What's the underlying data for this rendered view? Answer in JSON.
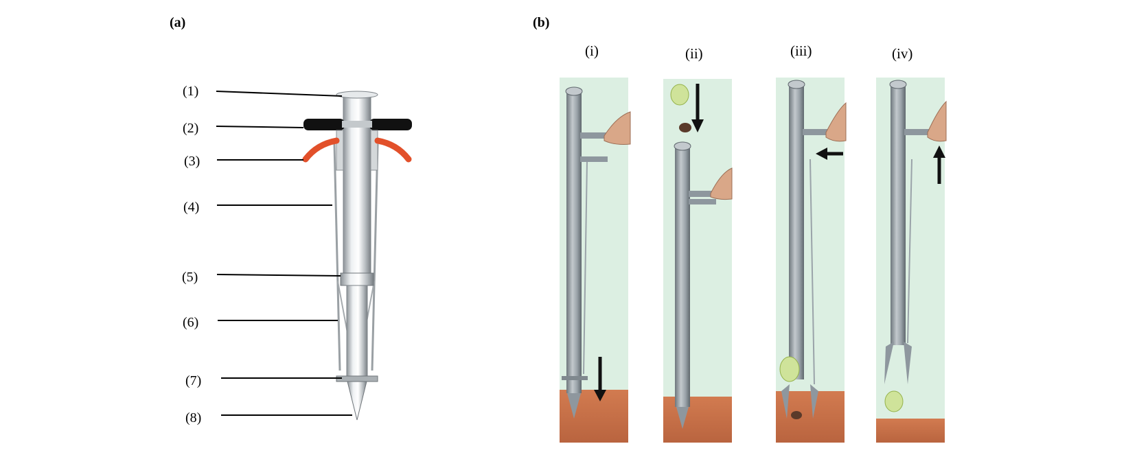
{
  "panel_a": {
    "label": "(a)",
    "parts": [
      "(1)",
      "(2)",
      "(3)",
      "(4)",
      "(5)",
      "(6)",
      "(7)",
      "(8)"
    ]
  },
  "panel_b": {
    "label": "(b)",
    "stages": [
      "(i)",
      "(ii)",
      "(iii)",
      "(iv)"
    ]
  },
  "colors": {
    "steel": "#cfd3d6",
    "handle": "#111111",
    "lever": "#e2502a",
    "background_green": "#dcefe2",
    "soil": "#c9704a",
    "tube_gray": "#8e979e"
  }
}
